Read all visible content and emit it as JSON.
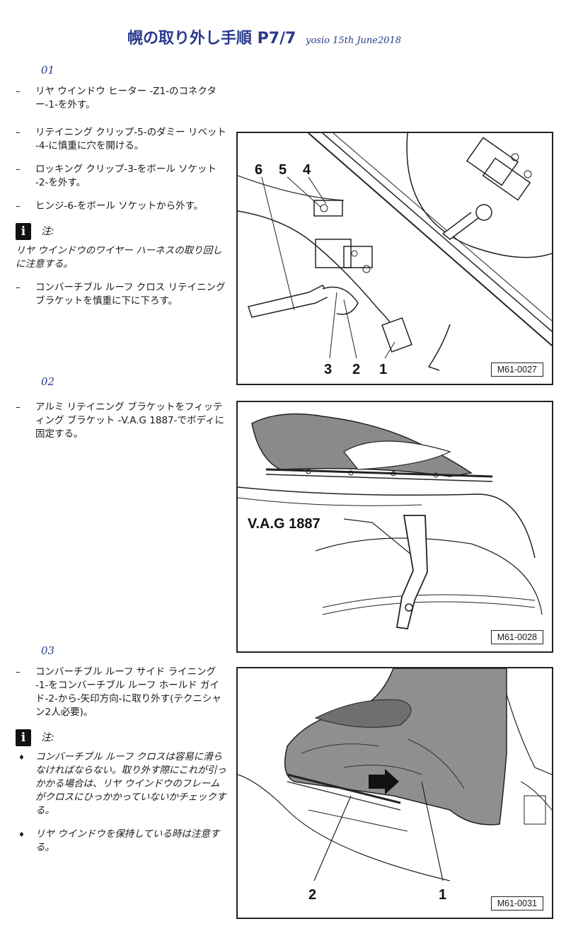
{
  "header": {
    "title": "幌の取り外し手順 P7/7",
    "signature": "yosio 15th June2018"
  },
  "step1": {
    "number": "01",
    "items": [
      "リヤ ウインドウ ヒーター -Z1-のコネクター-1-を外す。",
      "リテイニング クリップ-5-のダミー リベット -4-に慎重に穴を開ける。",
      "ロッキング クリップ-3-をボール ソケット -2-を外す。",
      "ヒンジ-6-をボール ソケットから外す。"
    ],
    "note_label": "注:",
    "note_text": "リヤ ウインドウのワイヤー ハーネスの取り回しに注意する。",
    "items_after": [
      "コンバーチブル ルーフ クロス リテイニング ブラケットを慎重に下に下ろす。"
    ],
    "figure": {
      "code": "M61-0027",
      "callouts_top": [
        "6",
        "5",
        "4"
      ],
      "callouts_bottom": [
        "3",
        "2",
        "1"
      ]
    }
  },
  "step2": {
    "number": "02",
    "items": [
      "アルミ リテイニング ブラケットをフィッティング ブラケット -V.A.G 1887-でボディに固定する。"
    ],
    "figure": {
      "code": "M61-0028",
      "label": "V.A.G 1887"
    }
  },
  "step3": {
    "number": "03",
    "items": [
      "コンバーチブル ルーフ サイド ライニング -1-をコンバーチブル ルーフ ホールド ガイド-2-から-矢印方向-に取り外す(テクニシャン2人必要)。"
    ],
    "note_label": "注:",
    "bullets": [
      "コンバーチブル ルーフ クロスは容易に滑らなければならない。取り外す際にこれが引っかかる場合は、リヤ ウインドウのフレームがクロスにひっかかっていないかチェックする。",
      "リヤ ウインドウを保持している時は注意する。"
    ],
    "figure": {
      "code": "M61-0031",
      "callouts": [
        "2",
        "1"
      ]
    }
  },
  "symbols": {
    "dash": "–",
    "bullet": "♦",
    "info_icon": "i"
  }
}
